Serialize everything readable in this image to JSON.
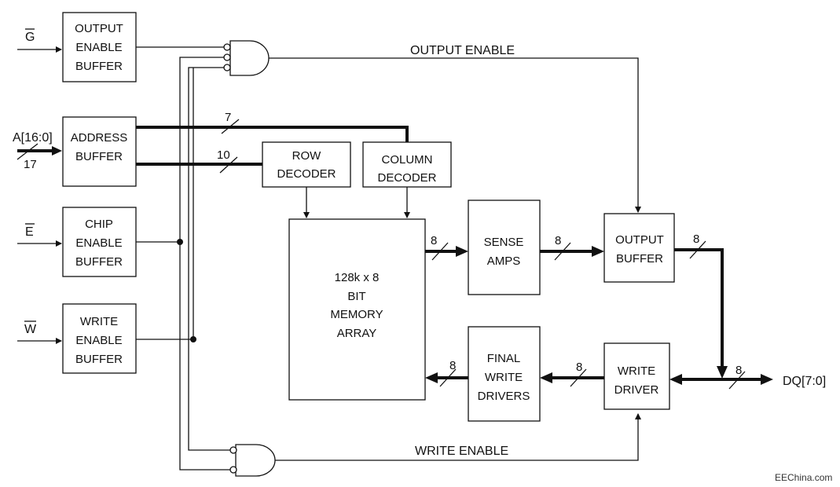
{
  "signals": {
    "g": "G",
    "a": "A[16:0]",
    "a_width": "17",
    "e": "E",
    "w": "W",
    "dq": "DQ[7:0]"
  },
  "blocks": {
    "output_enable_buffer": [
      "OUTPUT",
      "ENABLE",
      "BUFFER"
    ],
    "address_buffer": [
      "ADDRESS",
      "BUFFER"
    ],
    "chip_enable_buffer": [
      "CHIP",
      "ENABLE",
      "BUFFER"
    ],
    "write_enable_buffer": [
      "WRITE",
      "ENABLE",
      "BUFFER"
    ],
    "row_decoder": [
      "ROW",
      "DECODER"
    ],
    "column_decoder": [
      "COLUMN",
      "DECODER"
    ],
    "memory_array": [
      "128k x 8",
      "BIT",
      "MEMORY",
      "ARRAY"
    ],
    "sense_amps": [
      "SENSE",
      "AMPS"
    ],
    "output_buffer": [
      "OUTPUT",
      "BUFFER"
    ],
    "final_write_drivers": [
      "FINAL",
      "WRITE",
      "DRIVERS"
    ],
    "write_driver": [
      "WRITE",
      "DRIVER"
    ]
  },
  "bus_widths": {
    "col": "7",
    "row": "10",
    "array_to_sense": "8",
    "sense_to_out": "8",
    "out_to_dq": "8",
    "dq_bus": "8",
    "wd_to_fwd": "8",
    "fwd_to_array": "8"
  },
  "wire_labels": {
    "output_enable": "OUTPUT ENABLE",
    "write_enable": "WRITE ENABLE"
  },
  "watermark": "EEChina.com"
}
